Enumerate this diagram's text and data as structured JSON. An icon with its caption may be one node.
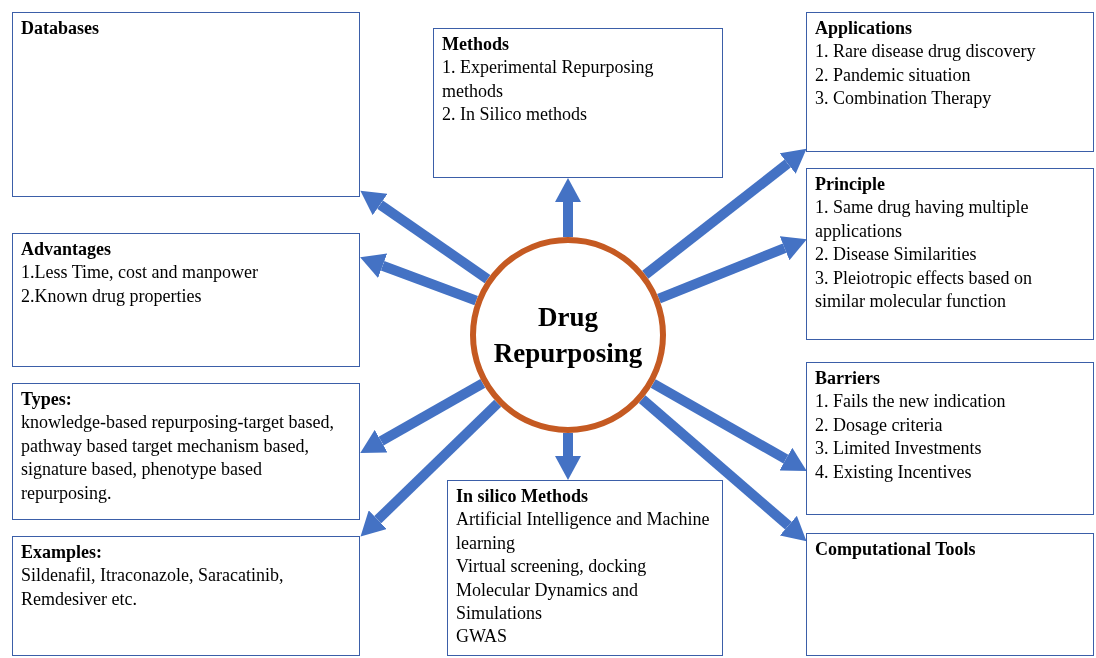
{
  "diagram": {
    "nodes": [
      {
        "text": [
          "Databases"
        ]
      },
      {
        "text": [
          "Methods",
          "1. Experimental Repurposing methods",
          "2. In Silico methods"
        ]
      },
      {
        "text": [
          "Applications",
          "1. Rare disease drug discovery",
          "2. Pandemic situation",
          "3. Combination Therapy"
        ]
      },
      {
        "text": [
          "Advantages",
          "1.Less Time, cost and manpower",
          "2.Known drug properties"
        ]
      },
      {
        "text": [
          "Drug Repurposing"
        ]
      },
      {
        "text": [
          "Principle",
          "1. Same drug having multiple applications",
          "2. Disease Similarities",
          "3. Pleiotropic effects based on similar molecular function"
        ]
      },
      {
        "text": [
          "Types:",
          "knowledge-based repurposing-target based, pathway based target mechanism based, signature based, phenotype based repurposing."
        ]
      },
      {
        "text": [
          "Barriers",
          "1. Fails the new indication",
          "2. Dosage criteria",
          "3. Limited Investments",
          "4. Existing Incentives"
        ]
      },
      {
        "text": [
          "In silico Methods",
          "Artificial Intelligence and Machine learning",
          "Virtual screening, docking",
          "Molecular Dynamics and Simulations",
          "GWAS"
        ]
      },
      {
        "text": [
          "Examples:",
          "Sildenafil, Itraconazole, Saracatinib, Remdesiver etc."
        ]
      },
      {
        "text": [
          "Computational Tools"
        ]
      }
    ],
    "edges": [
      {
        "from": 4,
        "to": 0,
        "arrow": "to"
      },
      {
        "from": 4,
        "to": 1,
        "arrow": "to"
      },
      {
        "from": 4,
        "to": 2,
        "arrow": "to"
      },
      {
        "from": 4,
        "to": 3,
        "arrow": "to"
      },
      {
        "from": 4,
        "to": 5,
        "arrow": "to"
      },
      {
        "from": 4,
        "to": 6,
        "arrow": "to"
      },
      {
        "from": 4,
        "to": 7,
        "arrow": "to"
      },
      {
        "from": 4,
        "to": 8,
        "arrow": "to"
      },
      {
        "from": 4,
        "to": 9,
        "arrow": "to"
      },
      {
        "from": 4,
        "to": 10,
        "arrow": "to"
      }
    ]
  }
}
